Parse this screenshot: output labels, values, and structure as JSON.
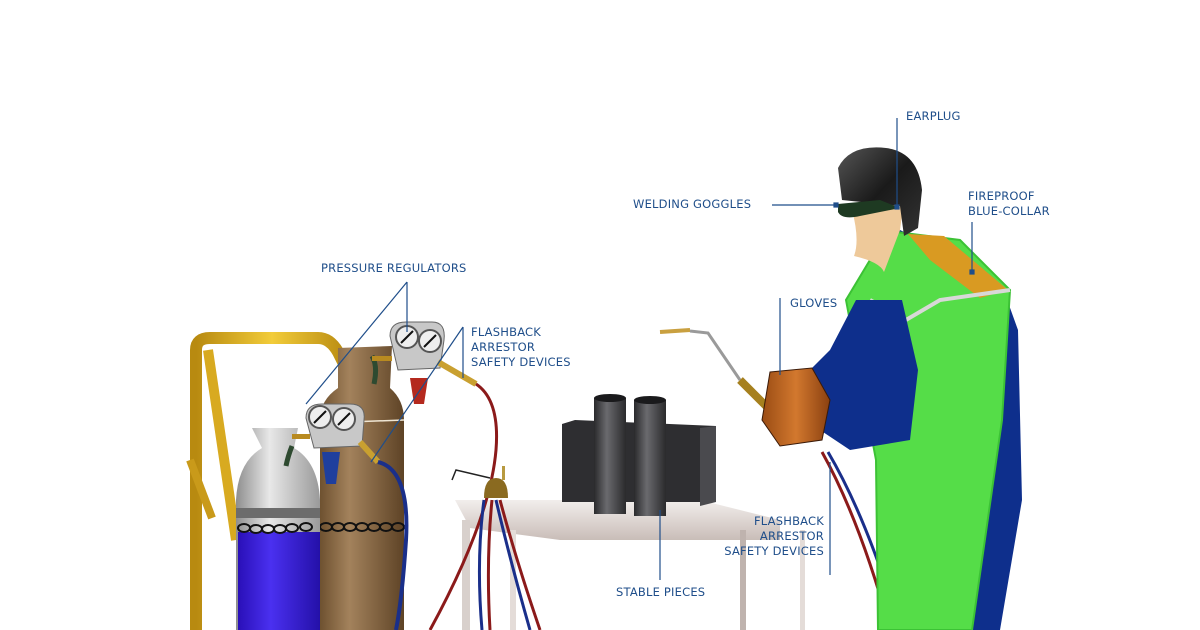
{
  "diagram": {
    "subject": "Oxy-fuel welding setup with safety equipment",
    "label_color": "#1f4e8a",
    "labels": {
      "earplug": "EARPLUG",
      "welding_goggles": "WELDING GOGGLES",
      "fireproof_collar": "FIREPROOF\nBLUE-COLLAR",
      "pressure_regulators": "PRESSURE REGULATORS",
      "flashback_top": "FLASHBACK\nARRESTOR\nSAFETY DEVICES",
      "gloves": "GLOVES",
      "stable_pieces": "STABLE PIECES",
      "flashback_bottom": "FLASHBACK\nARRESTOR\nSAFETY DEVICES"
    },
    "components": [
      {
        "name": "oxygen-cylinder",
        "color": "#3a1fd6"
      },
      {
        "name": "acetylene-cylinder",
        "color": "#8a6a45"
      },
      {
        "name": "cylinder-cart",
        "color": "#e0b21e"
      },
      {
        "name": "red-hose",
        "color": "#8b1a1a"
      },
      {
        "name": "blue-hose",
        "color": "#1a2f8a"
      },
      {
        "name": "workpieces",
        "color": "#3a3a3d"
      },
      {
        "name": "welder-apron",
        "color": "#55dd48"
      },
      {
        "name": "welder-suit",
        "color": "#0e2f8c"
      },
      {
        "name": "collar",
        "color": "#d99a22"
      },
      {
        "name": "gloves",
        "color": "#b8621e"
      }
    ]
  }
}
